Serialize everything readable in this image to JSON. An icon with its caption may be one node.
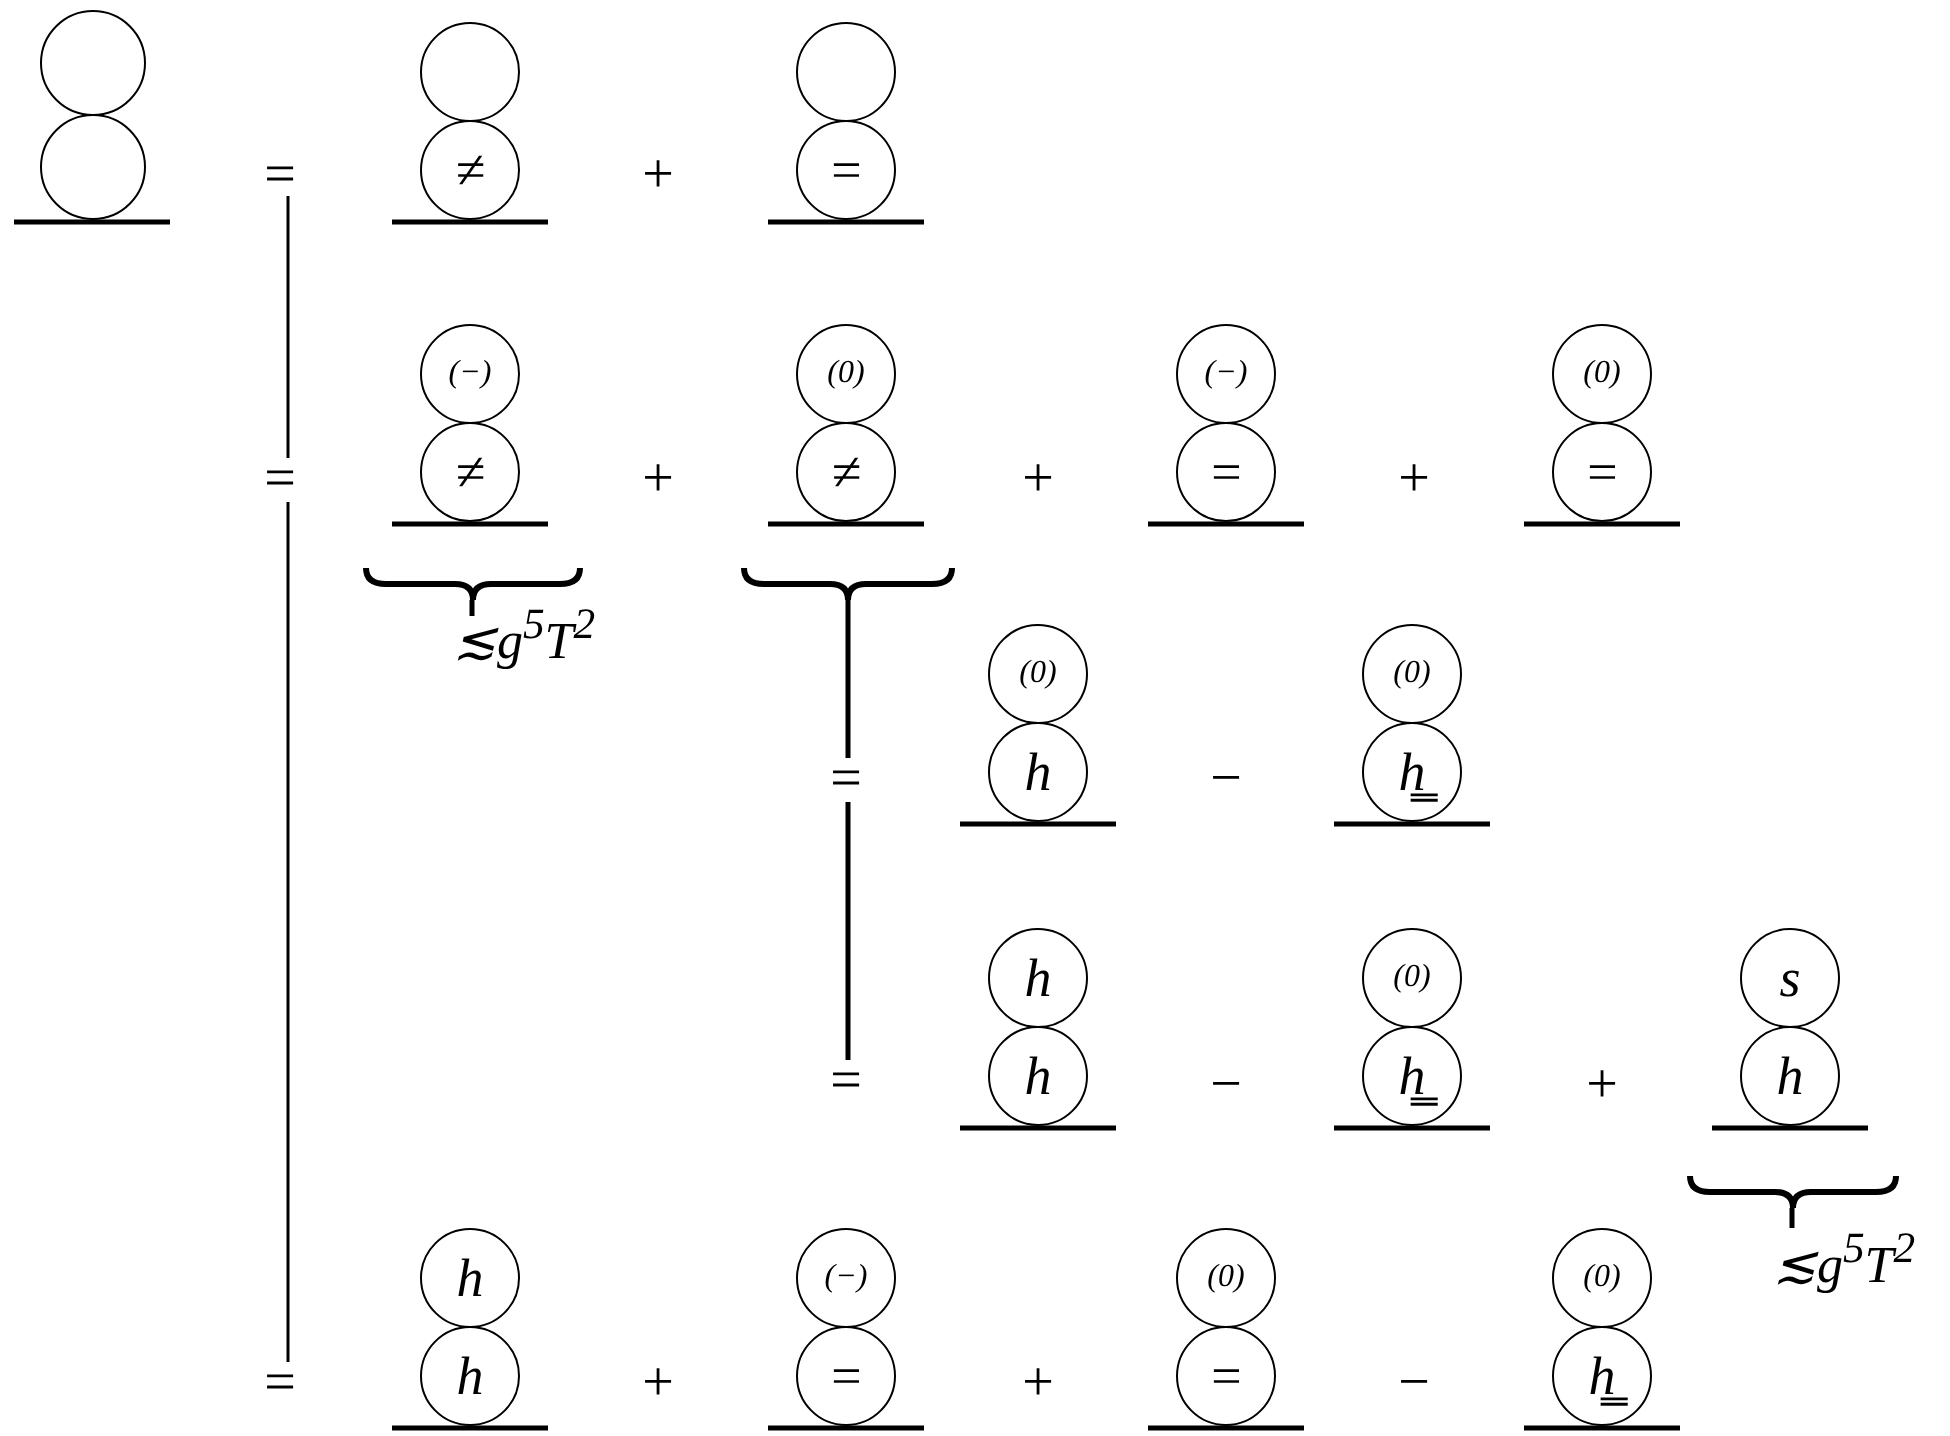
{
  "diagram": {
    "nodes": [
      {
        "text": [],
        "shape": "circle"
      },
      {
        "text": [],
        "shape": "circle"
      },
      {
        "text": [],
        "shape": "circle"
      },
      {
        "text": [
          "≠"
        ]
      },
      {
        "text": [],
        "shape": "circle"
      },
      {
        "text": [
          "="
        ]
      },
      {
        "text": [
          "(−)"
        ]
      },
      {
        "text": [
          "≠"
        ]
      },
      {
        "text": [
          "(0)"
        ]
      },
      {
        "text": [
          "≠"
        ]
      },
      {
        "text": [
          "(−)"
        ]
      },
      {
        "text": [
          "="
        ]
      },
      {
        "text": [
          "(0)"
        ]
      },
      {
        "text": [
          "="
        ]
      },
      {
        "text": [
          "(0)"
        ]
      },
      {
        "text": [
          "h"
        ]
      },
      {
        "text": [
          "(0)"
        ]
      },
      {
        "text": [
          "h̳"
        ]
      },
      {
        "text": [
          "h"
        ]
      },
      {
        "text": [
          "h"
        ]
      },
      {
        "text": [
          "(0)"
        ]
      },
      {
        "text": [
          "h̳"
        ]
      },
      {
        "text": [
          "s"
        ]
      },
      {
        "text": [
          "h"
        ]
      },
      {
        "text": [
          "h"
        ]
      },
      {
        "text": [
          "h"
        ]
      },
      {
        "text": [
          "(−)"
        ]
      },
      {
        "text": [
          "="
        ]
      },
      {
        "text": [
          "(0)"
        ]
      },
      {
        "text": [
          "="
        ]
      },
      {
        "text": [
          "(0)"
        ]
      },
      {
        "text": [
          "h̳"
        ]
      }
    ],
    "labels": [
      "=",
      "+",
      "=",
      "+",
      "+",
      "+",
      "≲g$^{5}$T$^{2}$",
      "=",
      "−",
      "=",
      "−",
      "+",
      "≲g$^{5}$T$^{2}$",
      "=",
      "+",
      "+",
      "−"
    ]
  }
}
